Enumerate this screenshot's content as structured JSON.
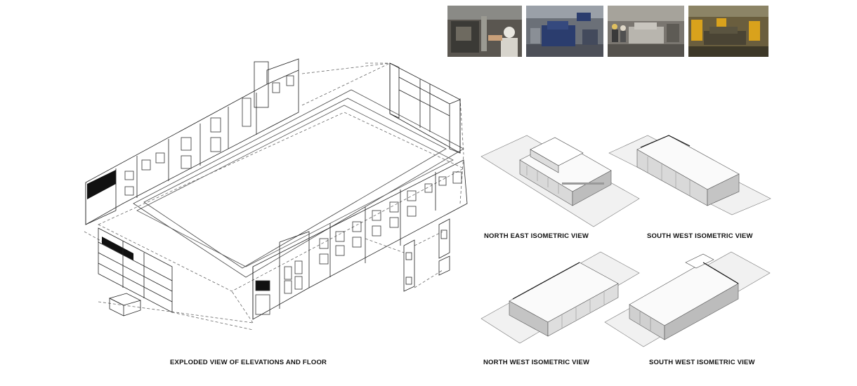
{
  "captions": {
    "exploded": "EXPLODED VIEW OF ELEVATIONS AND FLOOR",
    "north_east": "NORTH EAST ISOMETRIC VIEW",
    "south_west_top": "SOUTH WEST ISOMETRIC VIEW",
    "north_west": "NORTH WEST ISOMETRIC VIEW",
    "south_west_bottom": "SOUTH WEST ISOMETRIC VIEW"
  }
}
